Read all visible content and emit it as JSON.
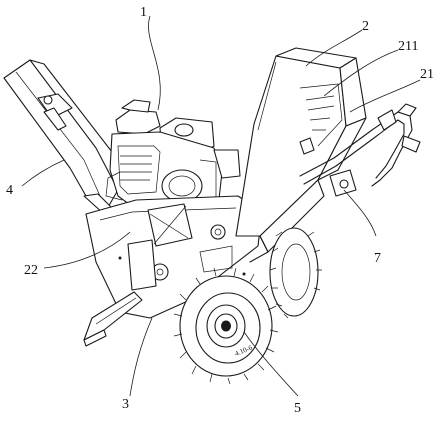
{
  "callouts": [
    {
      "id": "c1",
      "text": "1"
    },
    {
      "id": "c2",
      "text": "2"
    },
    {
      "id": "c211",
      "text": "211"
    },
    {
      "id": "c21",
      "text": "21"
    },
    {
      "id": "c4",
      "text": "4"
    },
    {
      "id": "c7",
      "text": "7"
    },
    {
      "id": "c22",
      "text": "22"
    },
    {
      "id": "c3",
      "text": "3"
    },
    {
      "id": "c5",
      "text": "5"
    }
  ],
  "tire_marking": "4.10-6"
}
